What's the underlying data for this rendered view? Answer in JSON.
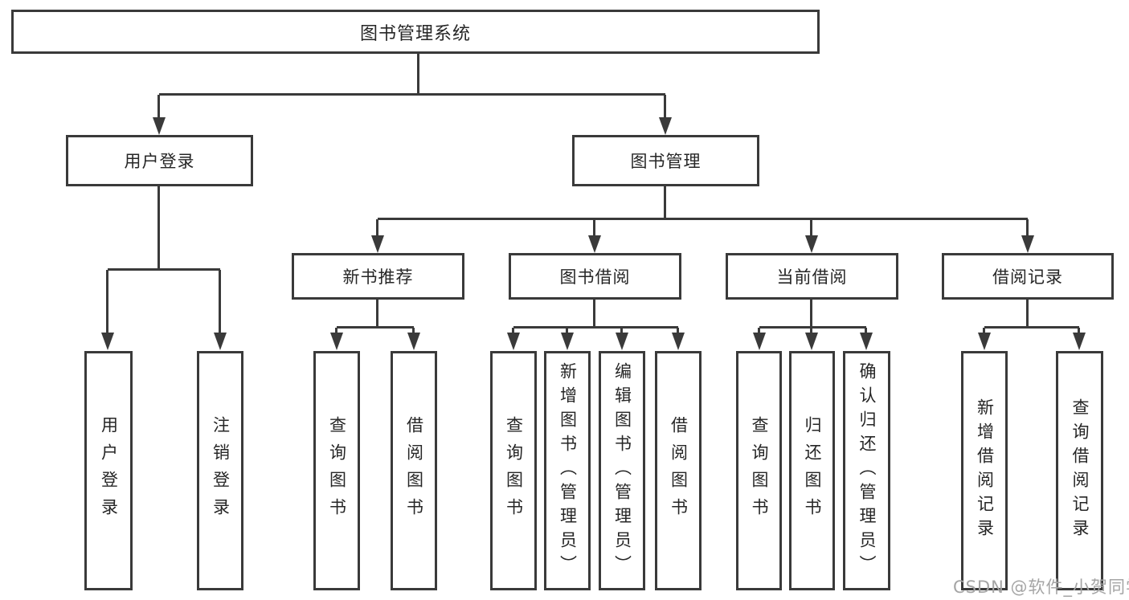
{
  "root": {
    "label": "图书管理系统"
  },
  "branches": [
    {
      "label": "用户登录",
      "children": [
        "用户登录",
        "注销登录"
      ]
    },
    {
      "label": "图书管理",
      "groups": [
        {
          "label": "新书推荐",
          "children": [
            "查询图书",
            "借阅图书"
          ]
        },
        {
          "label": "图书借阅",
          "children": [
            "查询图书",
            "新增图书（管理员）",
            "编辑图书（管理员）",
            "借阅图书"
          ]
        },
        {
          "label": "当前借阅",
          "children": [
            "查询图书",
            "归还图书",
            "确认归还（管理员）"
          ]
        },
        {
          "label": "借阅记录",
          "children": [
            "新增借阅记录",
            "查询借阅记录"
          ]
        }
      ]
    }
  ],
  "watermark": {
    "text": "CSDN @软件_小贺同学"
  },
  "colors": {
    "line": "#3a3a3a",
    "text": "#262626",
    "background": "#ffffff",
    "watermark": "#a5a5a5"
  }
}
